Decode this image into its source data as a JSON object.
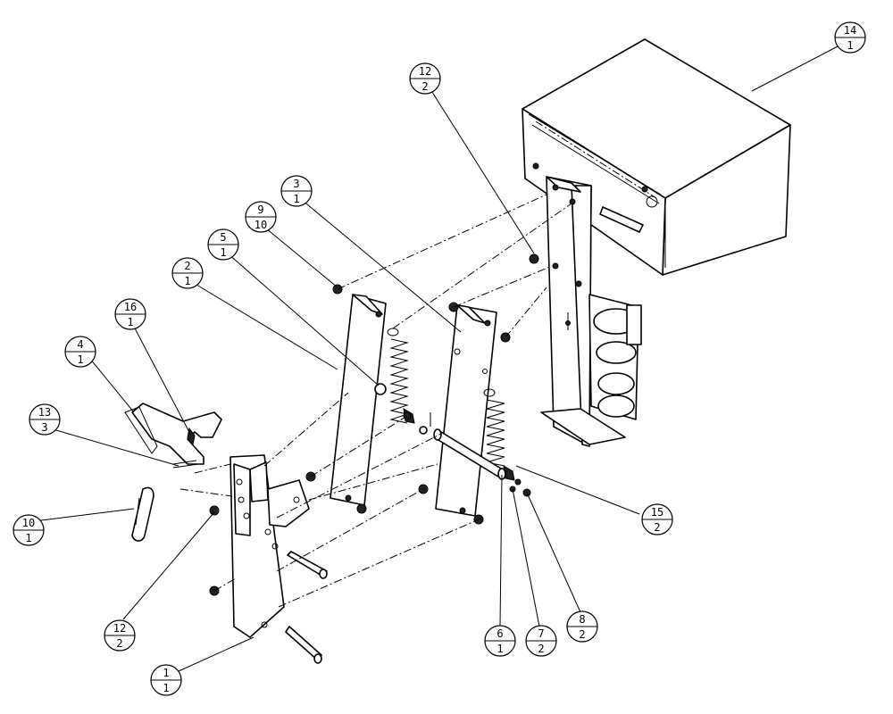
{
  "callouts": [
    {
      "id": "c14a",
      "item": "14",
      "qty": "1"
    },
    {
      "id": "c12a",
      "item": "12",
      "qty": "2"
    },
    {
      "id": "c3",
      "item": "3",
      "qty": "1"
    },
    {
      "id": "c9",
      "item": "9",
      "qty": "10"
    },
    {
      "id": "c5",
      "item": "5",
      "qty": "1"
    },
    {
      "id": "c2",
      "item": "2",
      "qty": "1"
    },
    {
      "id": "c16",
      "item": "16",
      "qty": "1"
    },
    {
      "id": "c4",
      "item": "4",
      "qty": "1"
    },
    {
      "id": "c13",
      "item": "13",
      "qty": "3"
    },
    {
      "id": "c10",
      "item": "10",
      "qty": "1"
    },
    {
      "id": "c12b",
      "item": "12",
      "qty": "2"
    },
    {
      "id": "c1",
      "item": "1",
      "qty": "1"
    },
    {
      "id": "c6",
      "item": "6",
      "qty": "1"
    },
    {
      "id": "c7",
      "item": "7",
      "qty": "2"
    },
    {
      "id": "c8",
      "item": "8",
      "qty": "2"
    },
    {
      "id": "c15",
      "item": "15",
      "qty": "2"
    }
  ]
}
